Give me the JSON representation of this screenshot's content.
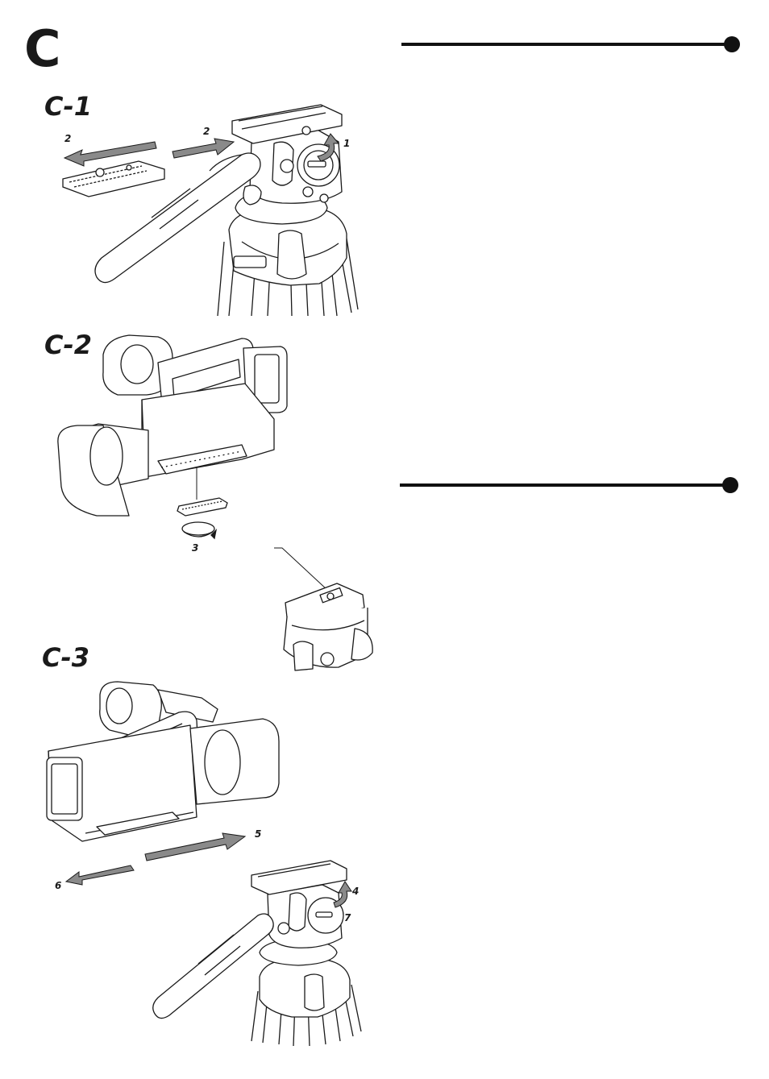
{
  "page": {
    "section_letter": "C",
    "figures": [
      {
        "label": "C-1"
      },
      {
        "label": "C-2"
      },
      {
        "label": "C-3"
      }
    ],
    "steps": [
      "1",
      "2",
      "2",
      "3",
      "4",
      "5",
      "6",
      "7"
    ],
    "colors": {
      "ink": "#1a1a1a",
      "arrow_fill": "#8a8a8a",
      "rule": "#111111"
    }
  }
}
